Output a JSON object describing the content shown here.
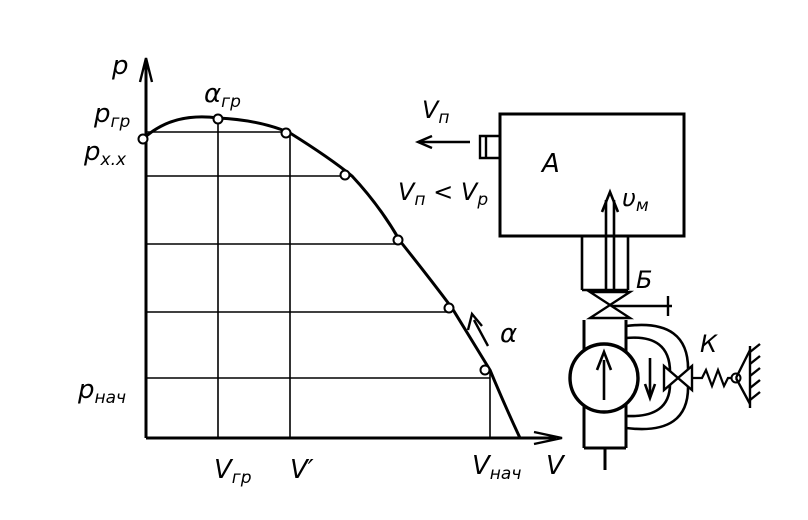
{
  "diagram": {
    "axes": {
      "y_axis_label": "p",
      "x_axis_label": "V",
      "p_gr": {
        "main": "p",
        "sub": "гр"
      },
      "p_xx": {
        "main": "p",
        "sub": "х.х"
      },
      "p_nach": {
        "main": "p",
        "sub": "нач"
      },
      "v_gr": {
        "main": "V",
        "sub": "гр"
      },
      "v_prime": "V′",
      "v_nach": {
        "main": "V",
        "sub": "нач"
      }
    },
    "curve": {
      "alpha_gr": {
        "main": "α",
        "sub": "гр"
      },
      "alpha": "α"
    },
    "mechanism": {
      "v_p": {
        "main": "V",
        "sub": "п"
      },
      "condition": {
        "v1": "V",
        "s1": "п",
        "op": " < ",
        "v2": "V",
        "s2": "р"
      },
      "block_a": "A",
      "v_m": {
        "main": "υ",
        "sub": "м"
      },
      "label_b": "Б",
      "label_k": "К"
    }
  }
}
